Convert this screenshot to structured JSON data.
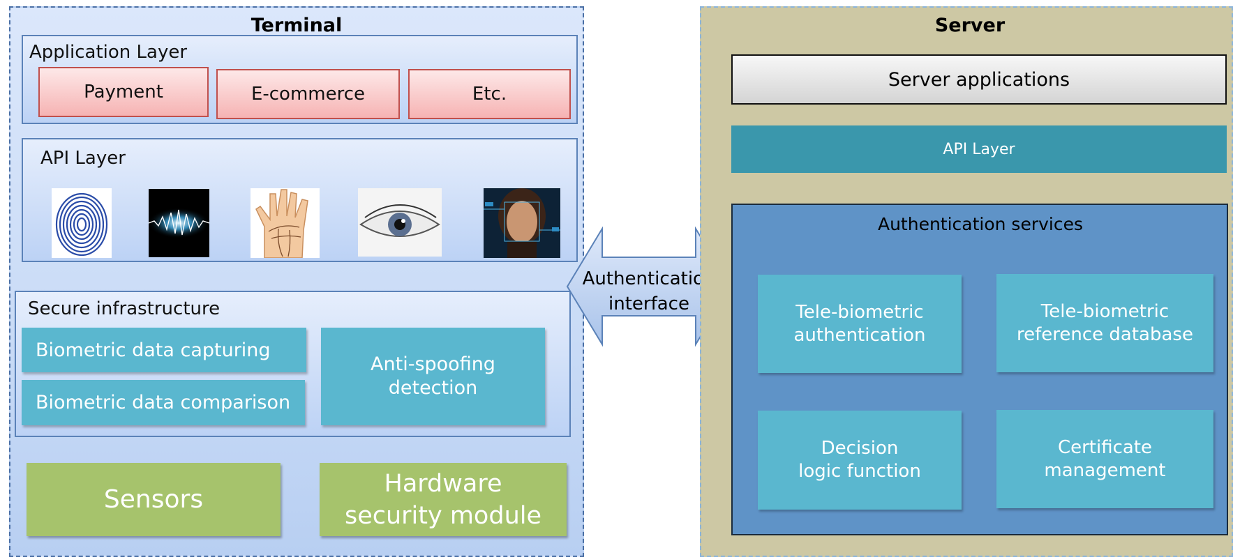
{
  "terminal": {
    "title": "Terminal",
    "application_layer": {
      "title": "Application Layer",
      "apps": [
        "Payment",
        "E-commerce",
        "Etc."
      ]
    },
    "api_layer": {
      "title": "API Layer",
      "modalities": [
        "fingerprint-image",
        "voice-wave-image",
        "palm-image",
        "eye-image",
        "face-image"
      ]
    },
    "secure_infrastructure": {
      "title": "Secure infrastructure",
      "capturing": "Biometric data capturing",
      "comparison": "Biometric data comparison",
      "anti_spoofing_line1": "Anti-spoofing",
      "anti_spoofing_line2": "detection"
    },
    "sensors": "Sensors",
    "hsm_line1": "Hardware",
    "hsm_line2": "security module"
  },
  "interface": {
    "line1": "Authentication",
    "line2": "interface"
  },
  "server": {
    "title": "Server",
    "applications": "Server applications",
    "api_layer": "API Layer",
    "auth_services": {
      "title": "Authentication services",
      "tele_auth_line1": "Tele-biometric",
      "tele_auth_line2": "authentication",
      "tele_db_line1": "Tele-biometric",
      "tele_db_line2": "reference database",
      "decision_line1": "Decision",
      "decision_line2": "logic function",
      "cert_line1": "Certificate",
      "cert_line2": "management"
    }
  }
}
